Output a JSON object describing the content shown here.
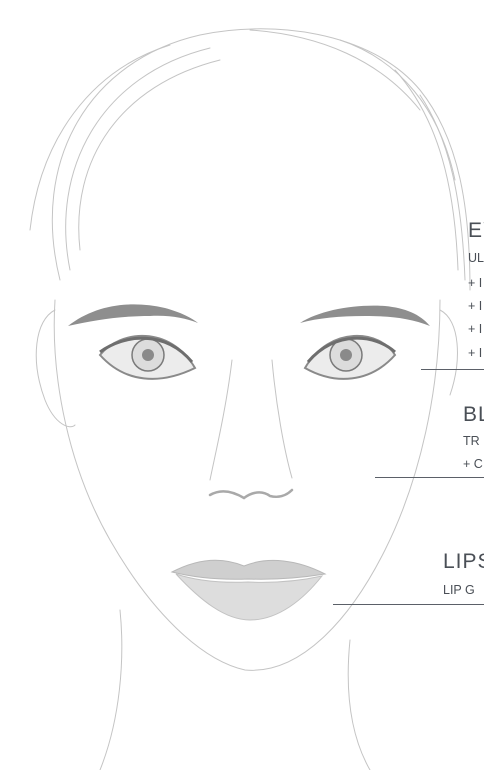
{
  "zones": {
    "eyes": {
      "heading": "EY",
      "lines": [
        "UL",
        "+ I",
        "+ I",
        "+ I",
        "+ I"
      ],
      "pointer": "eyes-pointer"
    },
    "blush": {
      "heading": "BL",
      "lines": [
        "TR",
        "+ C"
      ],
      "pointer": "blush-pointer"
    },
    "lips": {
      "heading": "LIPS",
      "lines": [
        "LIP G"
      ],
      "pointer": "lips-pointer"
    }
  },
  "colors": {
    "text": "#4a4f56",
    "line": "#5b6068",
    "sketch": "#b9b9b9",
    "brow": "#8a8a8a",
    "lip": "#d4d4d4"
  }
}
